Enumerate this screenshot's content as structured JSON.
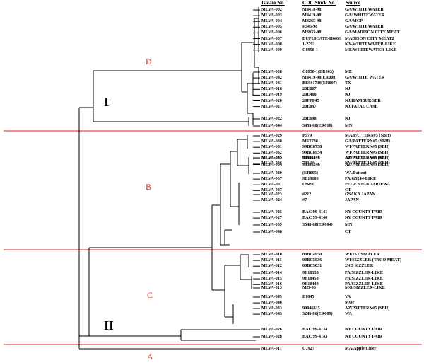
{
  "headers": {
    "isolate": "Isolate No.",
    "cdc": "CDC Stock No.",
    "source": "Source"
  },
  "clades": [
    "I",
    "II"
  ],
  "clusters": [
    "D",
    "B",
    "C",
    "A"
  ],
  "colors": {
    "divider": "#e0231b",
    "cluster_label": "#e0231b",
    "tree": "#000000"
  },
  "rows": [
    {
      "isolate": "MLVA-002",
      "cdc": "M4418-98",
      "source": "GA/WHITEWATER"
    },
    {
      "isolate": "MLVA-003",
      "cdc": "M4419-98",
      "source": "GA/ WHITEWATER"
    },
    {
      "isolate": "MLVA-004",
      "cdc": "M4265-98",
      "source": "GA/MCP"
    },
    {
      "isolate": "MLVA-005",
      "cdc": "F545-98",
      "source": "GA/WHITEWATER"
    },
    {
      "isolate": "MLVA-006",
      "cdc": "M3933-98",
      "source": "GA/MADISON CITY MEAT"
    },
    {
      "isolate": "MLVA-007",
      "cdc": "DUPLICATE-H6039",
      "source": "MADISON CITY MEAT2"
    },
    {
      "isolate": "MLVA-008",
      "cdc": "1-279?",
      "source": "KY-WHITEWATER-LIKE"
    },
    {
      "isolate": "MLVA-009",
      "cdc": "C8958-1",
      "source": "ME/WHITEWATER-LIKE"
    },
    {
      "isolate": "MLVA-038",
      "cdc": "C8958-1(ER003)",
      "source": "ME"
    },
    {
      "isolate": "MLVA-042",
      "cdc": "M4419-98(ER008)",
      "source": "GA/WHITE WATER"
    },
    {
      "isolate": "MLVA-041",
      "cdc": "BE981718(ER007)",
      "source": "TX"
    },
    {
      "isolate": "MLVA-018",
      "cdc": "20E867",
      "source": "NJ"
    },
    {
      "isolate": "MLVA-019",
      "cdc": "20E408",
      "source": "NJ"
    },
    {
      "isolate": "MLVA-020",
      "cdc": "20FPF45",
      "source": "NJ/HAMBURGER"
    },
    {
      "isolate": "MLVA-021",
      "cdc": "20E897",
      "source": "NJ/FATAL CASE"
    },
    {
      "isolate": "MLVA-022",
      "cdc": "20E698",
      "source": "NJ"
    },
    {
      "isolate": "MLVA-044",
      "cdc": "3455-88(ER010)",
      "source": "MN"
    },
    {
      "isolate": "MLVA-029",
      "cdc": "P579",
      "source": "MA/PATTERN#5 (SBH)"
    },
    {
      "isolate": "MLVA-030",
      "cdc": "MF2736",
      "source": "GA/PATTERN#5 (SBH)"
    },
    {
      "isolate": "MLVA-031",
      "cdc": "99BC8738",
      "source": "WI/PATTERN#5 (SBH)"
    },
    {
      "isolate": "MLVA-032",
      "cdc": "99BC8934",
      "source": "WI/PATTERN#5 (SBH)"
    },
    {
      "isolate": "MLVA-033",
      "cdc": "99046815",
      "source": "AZ/PATTERN#5 (SBH)"
    },
    {
      "isolate": "MLVA-034",
      "cdc": "99306246",
      "source": "AZ/PATTERN#5 (SBH)"
    },
    {
      "isolate": "MLVA-035",
      "cdc": "99306140",
      "source": "AZ/PATTERN#5 (SBH)"
    },
    {
      "isolate": "MLVA-036",
      "cdc": "793-99",
      "source": "NV/PATTERN#5 (SBH)"
    },
    {
      "isolate": "MLVA-040",
      "cdc": "(ER005)",
      "source": "WA/Patient"
    },
    {
      "isolate": "MLVA-037",
      "cdc": "9E19180",
      "source": "PA/G5244-LIKE"
    },
    {
      "isolate": "MLVA-001",
      "cdc": "O9490",
      "source": "PEGE STANDARD/WA"
    },
    {
      "isolate": "MLVA-047",
      "cdc": "",
      "source": "CT"
    },
    {
      "isolate": "MLVA-023",
      "cdc": "#212",
      "source": "OSAKA JAPAN"
    },
    {
      "isolate": "MLVA-024",
      "cdc": "#7",
      "source": "JAPAN"
    },
    {
      "isolate": "MLVA-025",
      "cdc": "BAC 99-4141",
      "source": "NY COUNTY FAIR"
    },
    {
      "isolate": "MLVA-027",
      "cdc": "BAC 99-4140",
      "source": "NY COUNTY FAIR"
    },
    {
      "isolate": "MLVA-039",
      "cdc": "3548-88(ER004)",
      "source": "MN"
    },
    {
      "isolate": "MLVA-048",
      "cdc": "",
      "source": "CT"
    },
    {
      "isolate": "MLVA-010",
      "cdc": "00BC4950",
      "source": "WI/1ST SIZZLER"
    },
    {
      "isolate": "MLVA-011",
      "cdc": "00BC5036",
      "source": "WI/SIZZLER (TACO MEAT)"
    },
    {
      "isolate": "MLVA-012",
      "cdc": "00BC5031",
      "source": "2ND SIZZLER"
    },
    {
      "isolate": "MLVA-014",
      "cdc": "9E18335",
      "source": "PA/SIZZLER-LIKE"
    },
    {
      "isolate": "MLVA-015",
      "cdc": "9E18453",
      "source": "PA/SIZZLER-LIKE"
    },
    {
      "isolate": "MLVA-016",
      "cdc": "9E18449",
      "source": "PA/SIZZLER-LIKE"
    },
    {
      "isolate": "MLVA-013",
      "cdc": "MO-96",
      "source": "MO/SIZZLER-LIKE"
    },
    {
      "isolate": "MLVA-045",
      "cdc": "E1045",
      "source": "VA"
    },
    {
      "isolate": "MLVA-046",
      "cdc": "",
      "source": "MO?"
    },
    {
      "isolate": "MLVA-033",
      "cdc": "99046815",
      "source": "AZ/PATTERN#5 (SBH)"
    },
    {
      "isolate": "MLVA-043",
      "cdc": "3243-86(ER009)",
      "source": "WA"
    },
    {
      "isolate": "MLVA-026",
      "cdc": "BAC 99-4134",
      "source": "NY COUNTY FAIR"
    },
    {
      "isolate": "MLVA-028",
      "cdc": "BAC 99-4143",
      "source": "NY COUNTY FAIR"
    },
    {
      "isolate": "MLVA-017",
      "cdc": "C7927",
      "source": "MA/Apple Cider"
    }
  ]
}
